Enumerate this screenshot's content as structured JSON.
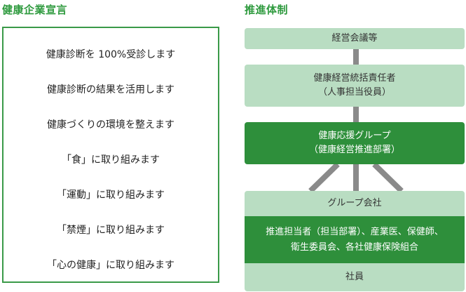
{
  "declaration": {
    "title": "健康企業宣言",
    "items": [
      "健康診断を 100%受診します",
      "健康診断の結果を活用します",
      "健康づくりの環境を整えます",
      "「食」に取り組みます",
      "「運動」に取り組みます",
      "「禁煙」に取り組みます",
      "「心の健康」に取り組みます"
    ]
  },
  "structure": {
    "title": "推進体制",
    "management_meeting": "経営会議等",
    "executive": {
      "line1": "健康経営統括責任者",
      "line2": "（人事担当役員）"
    },
    "health_group": {
      "line1": "健康応援グループ",
      "line2": "（健康経営推進部署）"
    },
    "group_companies": {
      "header": "グループ会社",
      "staff_line1": "推進担当者（担当部署）、産業医、保健師、",
      "staff_line2": "衛生委員会、各社健康保険組合",
      "employees": "社員"
    }
  },
  "colors": {
    "title_green": "#2e9a3e",
    "dark_green": "#2e8f3b",
    "light_green": "#b9ddc2",
    "connector_gray": "#8a8a8a"
  }
}
